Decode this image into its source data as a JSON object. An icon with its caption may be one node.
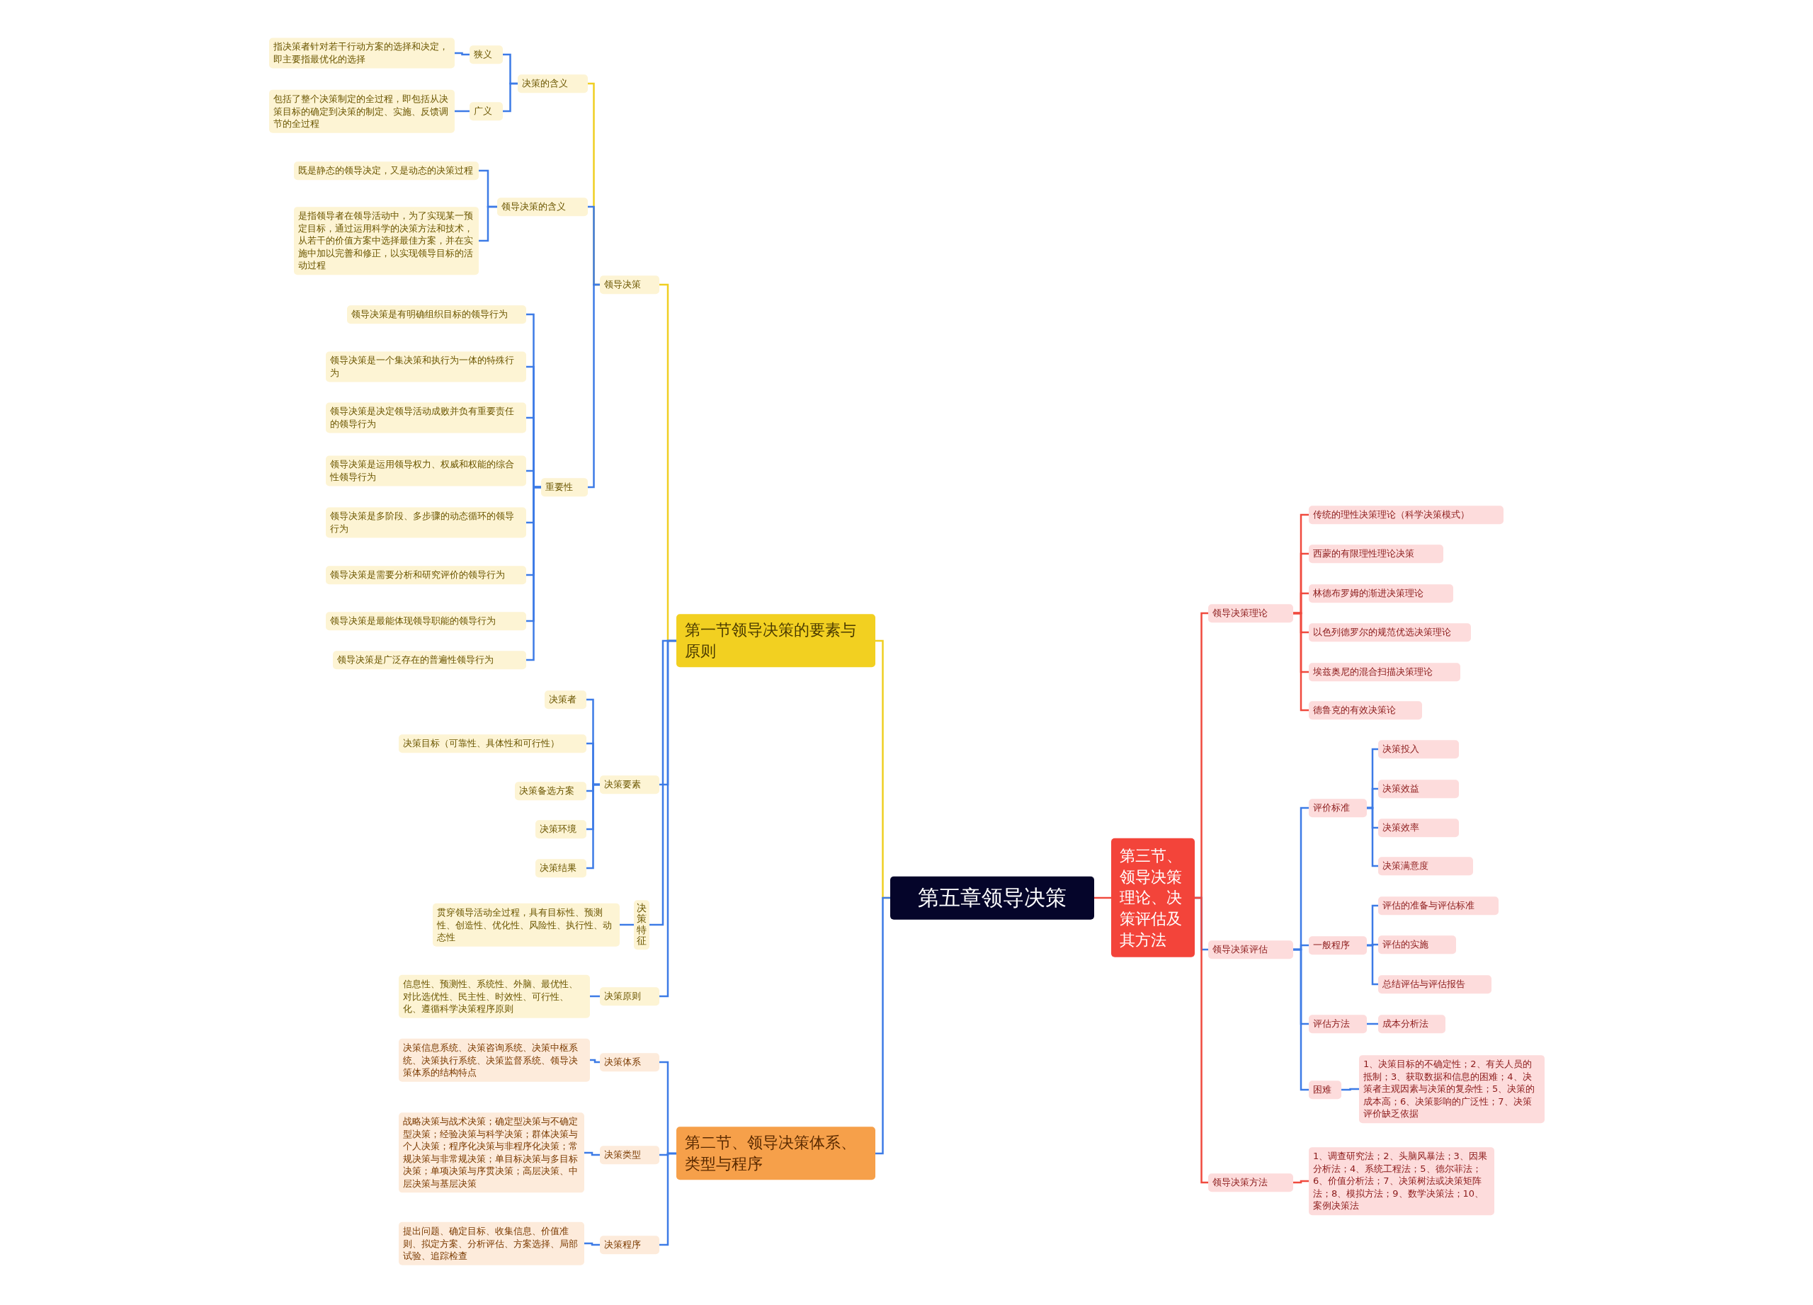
{
  "diagram": {
    "nodes": [
      {
        "text": [
          "第五章领导决策"
        ]
      },
      {
        "text": [
          "第一节领导决策的要素与原则"
        ]
      },
      {
        "text": [
          "领导决策"
        ]
      },
      {
        "text": [
          "决策的含义"
        ]
      },
      {
        "text": [
          "狭义"
        ]
      },
      {
        "text": [
          "指决策者针对若干行动方案的选择和决定，即主要指最优化的选择"
        ]
      },
      {
        "text": [
          "广义"
        ]
      },
      {
        "text": [
          "包括了整个决策制定的全过程，即包括从决策目标的确定到决策的制定、实施、反馈调节的全过程"
        ]
      },
      {
        "text": [
          "领导决策的含义"
        ]
      },
      {
        "text": [
          "既是静态的领导决定，又是动态的决策过程"
        ]
      },
      {
        "text": [
          "是指领导者在领导活动中，为了实现某一预定目标，通过运用科学的决策方法和技术，从若干的价值方案中选择最佳方案，并在实施中加以完善和修正，以实现领导目标的活动过程"
        ]
      },
      {
        "text": [
          "重要性"
        ]
      },
      {
        "text": [
          "领导决策是有明确组织目标的领导行为"
        ]
      },
      {
        "text": [
          "领导决策是一个集决策和执行为一体的特殊行为"
        ]
      },
      {
        "text": [
          "领导决策是决定领导活动成败并负有重要责任的领导行为"
        ]
      },
      {
        "text": [
          "领导决策是运用领导权力、权威和权能的综合性领导行为"
        ]
      },
      {
        "text": [
          "领导决策是多阶段、多步骤的动态循环的领导行为"
        ]
      },
      {
        "text": [
          "领导决策是需要分析和研究评价的领导行为"
        ]
      },
      {
        "text": [
          "领导决策是最能体现领导职能的领导行为"
        ]
      },
      {
        "text": [
          "领导决策是广泛存在的普遍性领导行为"
        ]
      },
      {
        "text": [
          "决策要素"
        ]
      },
      {
        "text": [
          "决策者"
        ]
      },
      {
        "text": [
          "决策目标（可靠性、具体性和可行性）"
        ]
      },
      {
        "text": [
          "决策备选方案"
        ]
      },
      {
        "text": [
          "决策环境"
        ]
      },
      {
        "text": [
          "决策结果"
        ]
      },
      {
        "text": [
          "决策特征"
        ]
      },
      {
        "text": [
          "贯穿领导活动全过程，具有目标性、预测性、创造性、优化性、风险性、执行性、动态性"
        ]
      },
      {
        "text": [
          "决策原则"
        ]
      },
      {
        "text": [
          "信息性、预测性、系统性、外脑、最优性、对比选优性、民主性、时效性、可行性、化、遵循科学决策程序原则"
        ]
      },
      {
        "text": [
          "第二节、领导决策体系、类型与程序"
        ]
      },
      {
        "text": [
          "决策体系"
        ]
      },
      {
        "text": [
          "决策信息系统、决策咨询系统、决策中枢系统、决策执行系统、决策监督系统、领导决策体系的结构特点"
        ]
      },
      {
        "text": [
          "决策类型"
        ]
      },
      {
        "text": [
          "战略决策与战术决策；确定型决策与不确定型决策；经验决策与科学决策；群体决策与个人决策；程序化决策与非程序化决策；常规决策与非常规决策；单目标决策与多目标决策；单项决策与序贯决策；高层决策、中层决策与基层决策"
        ]
      },
      {
        "text": [
          "决策程序"
        ]
      },
      {
        "text": [
          "提出问题、确定目标、收集信息、价值准则、拟定方案、分析评估、方案选择、局部试验、追踪检查"
        ]
      },
      {
        "text": [
          "第三节、领导决策理论、决策评估及其方法"
        ]
      },
      {
        "text": [
          "领导决策理论"
        ]
      },
      {
        "text": [
          "传统的理性决策理论（科学决策模式）"
        ]
      },
      {
        "text": [
          "西蒙的有限理性理论决策"
        ]
      },
      {
        "text": [
          "林德布罗姆的渐进决策理论"
        ]
      },
      {
        "text": [
          "以色列德罗尔的规范优选决策理论"
        ]
      },
      {
        "text": [
          "埃兹奥尼的混合扫描决策理论"
        ]
      },
      {
        "text": [
          "德鲁克的有效决策论"
        ]
      },
      {
        "text": [
          "领导决策评估"
        ]
      },
      {
        "text": [
          "评价标准"
        ]
      },
      {
        "text": [
          "决策投入"
        ]
      },
      {
        "text": [
          "决策效益"
        ]
      },
      {
        "text": [
          "决策效率"
        ]
      },
      {
        "text": [
          "决策满意度"
        ]
      },
      {
        "text": [
          "一般程序"
        ]
      },
      {
        "text": [
          "评估的准备与评估标准"
        ]
      },
      {
        "text": [
          "评估的实施"
        ]
      },
      {
        "text": [
          "总结评估与评估报告"
        ]
      },
      {
        "text": [
          "评估方法"
        ]
      },
      {
        "text": [
          "成本分析法"
        ]
      },
      {
        "text": [
          "困难"
        ]
      },
      {
        "text": [
          "1、决策目标的不确定性；2、有关人员的抵制；3、获取数据和信息的困难；4、决策者主观因素与决策的复杂性；5、决策的成本高；6、决策影响的广泛性；7、决策评价缺乏依据"
        ]
      },
      {
        "text": [
          "领导决策方法"
        ]
      },
      {
        "text": [
          "1、调查研究法；2、头脑风暴法；3、因果分析法；4、系统工程法；5、德尔菲法；6、价值分析法；7、决策树法或决策矩阵法；8、模拟方法；9、数学决策法；10、案例决策法"
        ]
      }
    ],
    "edges": [
      {
        "from": 0,
        "to": 1,
        "arrow": "none",
        "color": "#f0cf22"
      },
      {
        "from": 1,
        "to": 2,
        "arrow": "none",
        "color": "#f0cf22"
      },
      {
        "from": 2,
        "to": 3,
        "arrow": "none",
        "color": "#f0cf22"
      },
      {
        "from": 3,
        "to": 4,
        "arrow": "none"
      },
      {
        "from": 4,
        "to": 5,
        "arrow": "none"
      },
      {
        "from": 3,
        "to": 6,
        "arrow": "none"
      },
      {
        "from": 6,
        "to": 7,
        "arrow": "none"
      },
      {
        "from": 2,
        "to": 8,
        "arrow": "none"
      },
      {
        "from": 8,
        "to": 9,
        "arrow": "none"
      },
      {
        "from": 8,
        "to": 10,
        "arrow": "none"
      },
      {
        "from": 2,
        "to": 11,
        "arrow": "none"
      },
      {
        "from": 11,
        "to": 12,
        "arrow": "none"
      },
      {
        "from": 11,
        "to": 13,
        "arrow": "none"
      },
      {
        "from": 11,
        "to": 14,
        "arrow": "none"
      },
      {
        "from": 11,
        "to": 15,
        "arrow": "none"
      },
      {
        "from": 11,
        "to": 16,
        "arrow": "none"
      },
      {
        "from": 11,
        "to": 17,
        "arrow": "none"
      },
      {
        "from": 11,
        "to": 18,
        "arrow": "none"
      },
      {
        "from": 11,
        "to": 19,
        "arrow": "none"
      },
      {
        "from": 1,
        "to": 20,
        "arrow": "none"
      },
      {
        "from": 20,
        "to": 21,
        "arrow": "none"
      },
      {
        "from": 20,
        "to": 22,
        "arrow": "none"
      },
      {
        "from": 20,
        "to": 23,
        "arrow": "none"
      },
      {
        "from": 20,
        "to": 24,
        "arrow": "none"
      },
      {
        "from": 20,
        "to": 25,
        "arrow": "none"
      },
      {
        "from": 1,
        "to": 26,
        "arrow": "none"
      },
      {
        "from": 26,
        "to": 27,
        "arrow": "none"
      },
      {
        "from": 1,
        "to": 28,
        "arrow": "none"
      },
      {
        "from": 28,
        "to": 29,
        "arrow": "none"
      },
      {
        "from": 0,
        "to": 30,
        "arrow": "none"
      },
      {
        "from": 30,
        "to": 31,
        "arrow": "none"
      },
      {
        "from": 31,
        "to": 32,
        "arrow": "none"
      },
      {
        "from": 30,
        "to": 33,
        "arrow": "none"
      },
      {
        "from": 33,
        "to": 34,
        "arrow": "none"
      },
      {
        "from": 30,
        "to": 35,
        "arrow": "none"
      },
      {
        "from": 35,
        "to": 36,
        "arrow": "none"
      },
      {
        "from": 0,
        "to": 37,
        "arrow": "none",
        "color": "#f04a3e"
      },
      {
        "from": 37,
        "to": 38,
        "arrow": "none",
        "color": "#f04a3e"
      },
      {
        "from": 38,
        "to": 39,
        "arrow": "none",
        "color": "#f04a3e"
      },
      {
        "from": 38,
        "to": 40,
        "arrow": "none",
        "color": "#f04a3e"
      },
      {
        "from": 38,
        "to": 41,
        "arrow": "none",
        "color": "#f04a3e"
      },
      {
        "from": 38,
        "to": 42,
        "arrow": "none",
        "color": "#f04a3e"
      },
      {
        "from": 38,
        "to": 43,
        "arrow": "none",
        "color": "#f04a3e"
      },
      {
        "from": 38,
        "to": 44,
        "arrow": "none",
        "color": "#f04a3e"
      },
      {
        "from": 37,
        "to": 45,
        "arrow": "none"
      },
      {
        "from": 45,
        "to": 46,
        "arrow": "none"
      },
      {
        "from": 46,
        "to": 47,
        "arrow": "none"
      },
      {
        "from": 46,
        "to": 48,
        "arrow": "none"
      },
      {
        "from": 46,
        "to": 49,
        "arrow": "none"
      },
      {
        "from": 46,
        "to": 50,
        "arrow": "none"
      },
      {
        "from": 45,
        "to": 51,
        "arrow": "none"
      },
      {
        "from": 51,
        "to": 52,
        "arrow": "none"
      },
      {
        "from": 51,
        "to": 53,
        "arrow": "none"
      },
      {
        "from": 51,
        "to": 54,
        "arrow": "none"
      },
      {
        "from": 45,
        "to": 55,
        "arrow": "none"
      },
      {
        "from": 55,
        "to": 56,
        "arrow": "none"
      },
      {
        "from": 45,
        "to": 57,
        "arrow": "none"
      },
      {
        "from": 57,
        "to": 58,
        "arrow": "none"
      },
      {
        "from": 37,
        "to": 59,
        "arrow": "none",
        "color": "#f04a3e"
      },
      {
        "from": 59,
        "to": 60,
        "arrow": "none",
        "color": "#f04a3e"
      }
    ]
  }
}
